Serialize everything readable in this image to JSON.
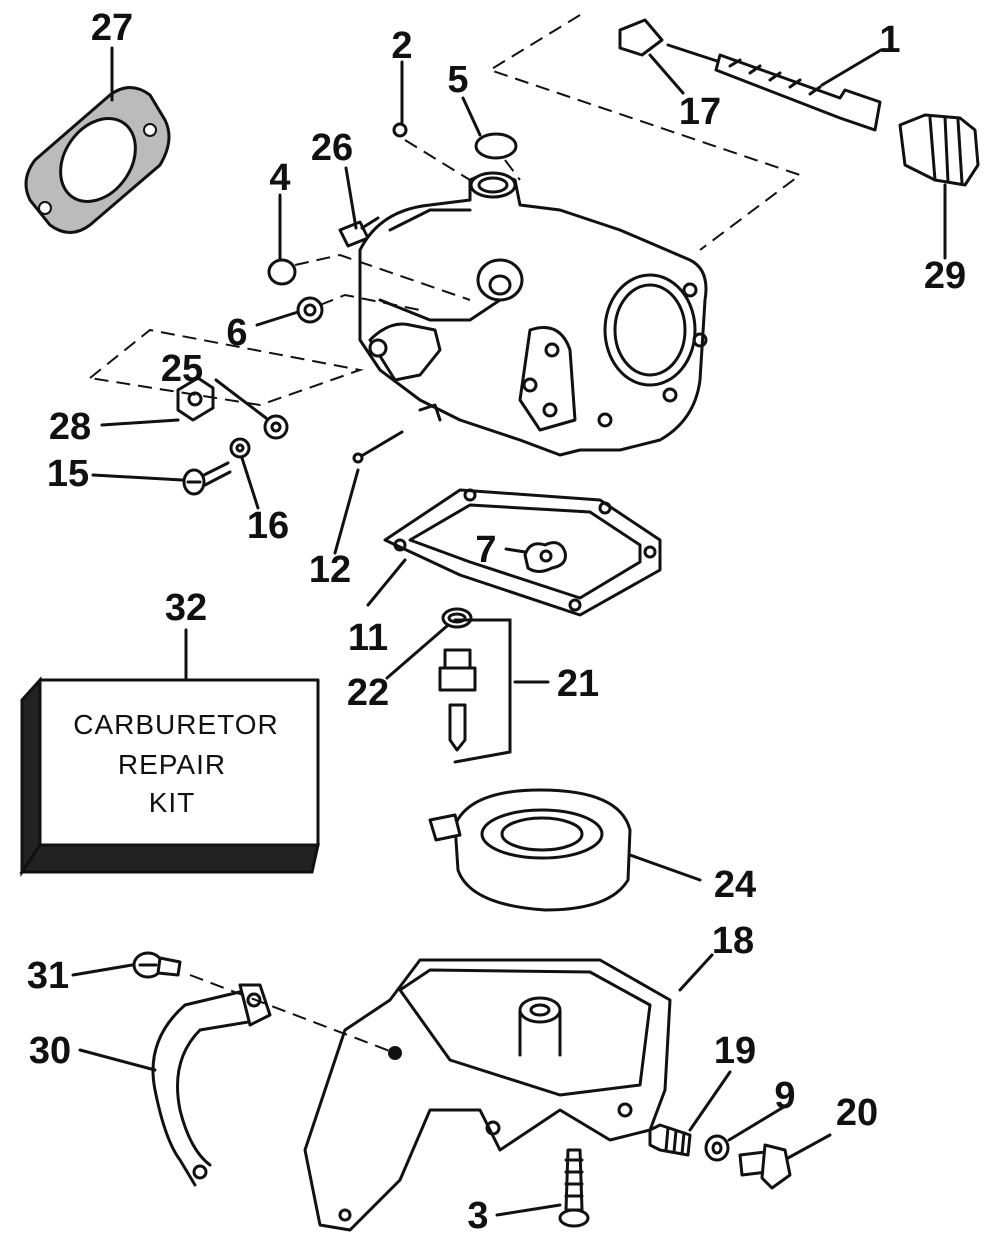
{
  "callouts": {
    "c1": "1",
    "c2": "2",
    "c3": "3",
    "c4": "4",
    "c5": "5",
    "c6": "6",
    "c7": "7",
    "c9": "9",
    "c11": "11",
    "c12": "12",
    "c15": "15",
    "c16": "16",
    "c17": "17",
    "c18": "18",
    "c19": "19",
    "c20": "20",
    "c21": "21",
    "c22": "22",
    "c24": "24",
    "c25": "25",
    "c26": "26",
    "c27": "27",
    "c28": "28",
    "c29": "29",
    "c30": "30",
    "c31": "31",
    "c32": "32"
  },
  "repair_kit": {
    "line1": "CARBURETOR",
    "line2": "REPAIR",
    "line3": "KIT"
  }
}
